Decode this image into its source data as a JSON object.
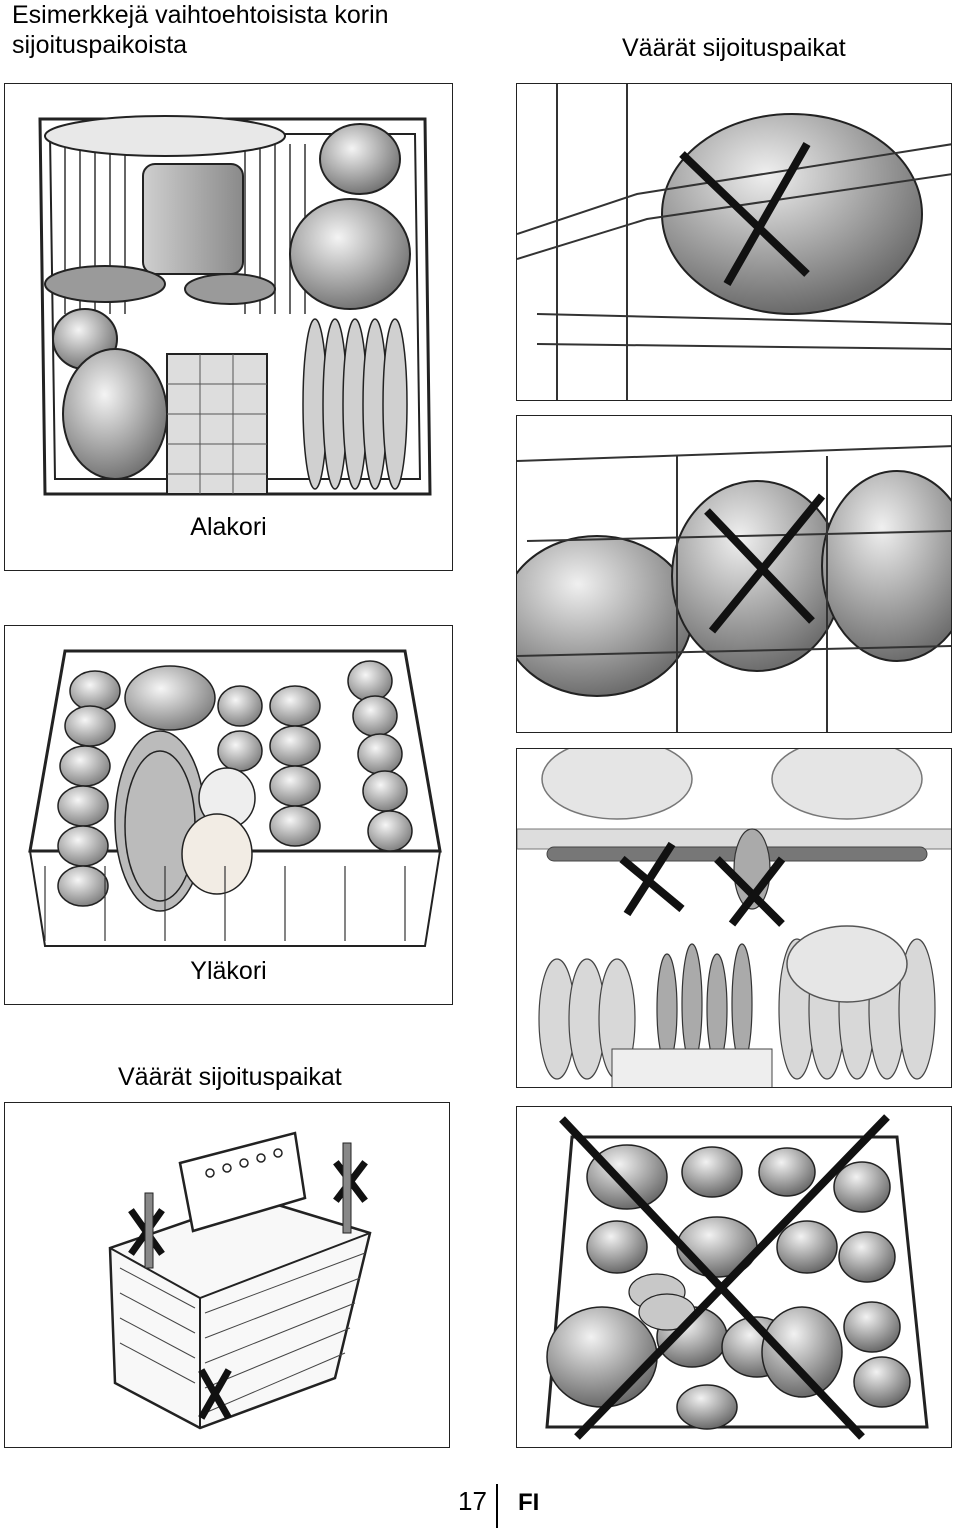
{
  "header": {
    "title_left_line1": "Esimerkkejä vaihtoehtoisista korin",
    "title_left_line2": "sijoituspaikoista",
    "title_right": "Väärät sijoituspaikat"
  },
  "panels": {
    "lower_rack": {
      "caption": "Alakori"
    },
    "upper_rack": {
      "caption": "Yläkori"
    }
  },
  "section_mid": {
    "title": "Väärät sijoituspaikat"
  },
  "footer": {
    "page_number": "17",
    "language": "FI"
  }
}
